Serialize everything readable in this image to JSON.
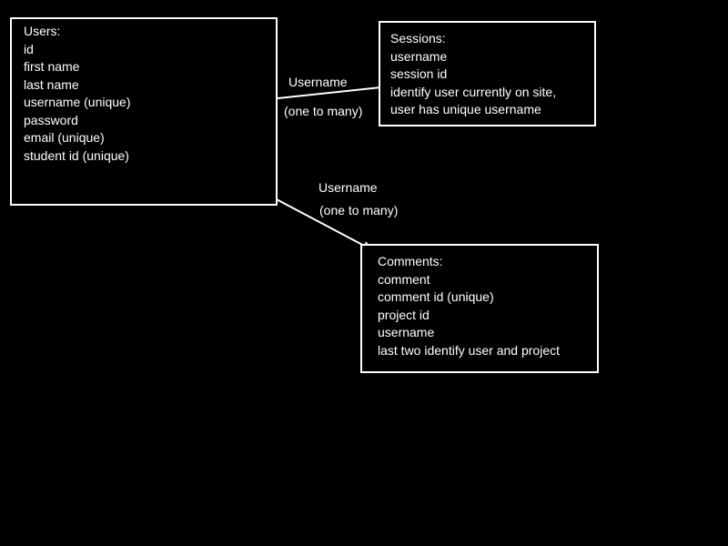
{
  "entities": {
    "users": {
      "title": "Users:",
      "fields": [
        "id",
        "first name",
        "last name",
        "username (unique)",
        "password",
        "email (unique)",
        "student id (unique)"
      ]
    },
    "sessions": {
      "title": "Sessions:",
      "fields": [
        "username",
        "session id",
        "identify user currently on site,",
        "user has unique username"
      ]
    },
    "comments": {
      "title": "Comments:",
      "fields": [
        "comment",
        "comment id (unique)",
        "project id",
        "username",
        "last two identify user and project"
      ]
    }
  },
  "relationships": [
    {
      "label": "Username",
      "cardinality": "(one to many)"
    },
    {
      "label": "Username",
      "cardinality": "(one to many)"
    }
  ],
  "colors": {
    "background": "#000000",
    "foreground": "#ffffff"
  }
}
